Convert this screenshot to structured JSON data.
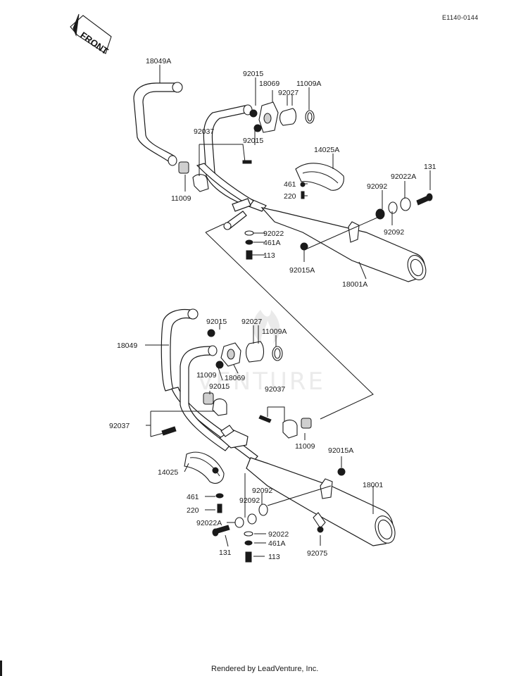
{
  "doc_code": "E1140-0144",
  "front_arrow_label": "FRONT",
  "watermark": {
    "text": "VENTURE"
  },
  "footer": "Rendered by LeadVenture, Inc.",
  "upper_assembly": {
    "labels": {
      "p18049A": "18049A",
      "p92015_top": "92015",
      "p18069": "18069",
      "p92027": "92027",
      "p11009A": "11009A",
      "p92037": "92037",
      "p92015_mid": "92015",
      "p14025A": "14025A",
      "p131": "131",
      "p92022A": "92022A",
      "p92092_a": "92092",
      "p461": "461",
      "p220": "220",
      "p11009": "11009",
      "p92092_b": "92092",
      "p92022": "92022",
      "p461A": "461A",
      "p113": "113",
      "p92015A": "92015A",
      "p18001A": "18001A"
    }
  },
  "lower_assembly": {
    "labels": {
      "p18049": "18049",
      "p92015_top": "92015",
      "p92027": "92027",
      "p11009A": "11009A",
      "p11009_left": "11009",
      "p18069": "18069",
      "p92015_mid": "92015",
      "p92037_right": "92037",
      "p92037_left": "92037",
      "p11009_right": "11009",
      "p92015A": "92015A",
      "p14025": "14025",
      "p18001": "18001",
      "p461": "461",
      "p92092_a": "92092",
      "p220": "220",
      "p92092_b": "92092",
      "p92022A": "92022A",
      "p92022": "92022",
      "p461A": "461A",
      "p131": "131",
      "p113": "113",
      "p92075": "92075"
    }
  }
}
